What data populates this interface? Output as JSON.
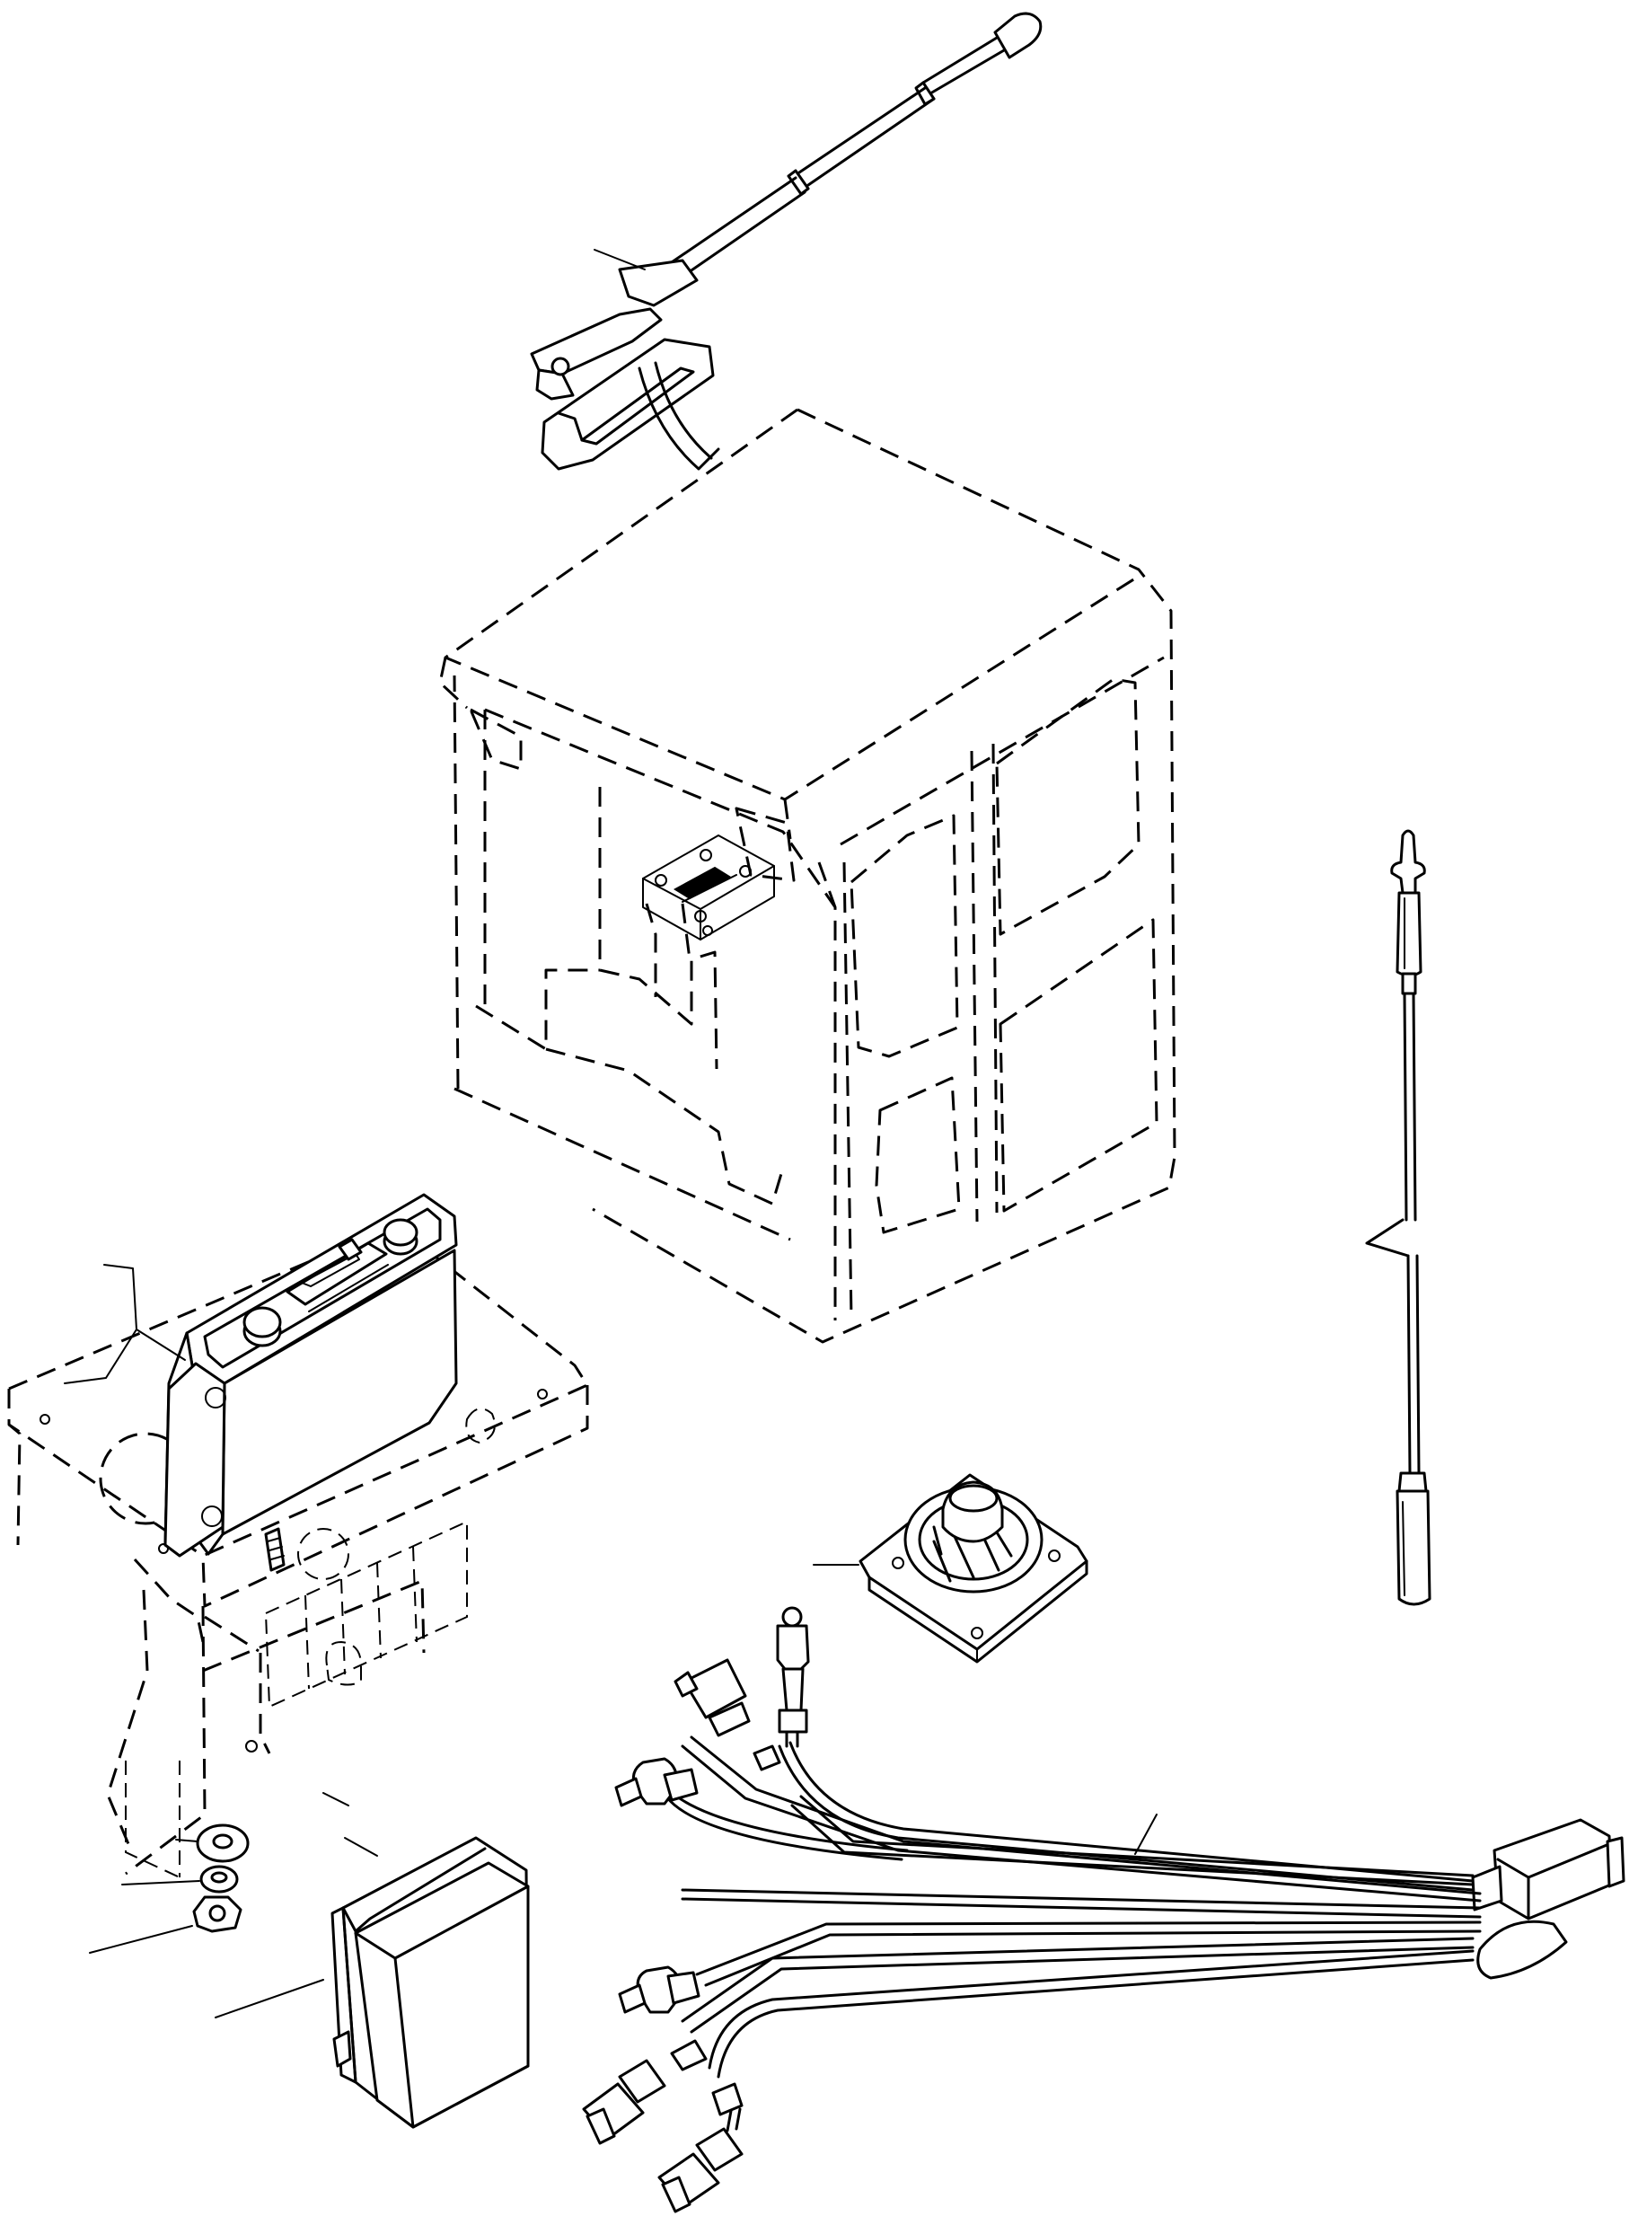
{
  "figure": {
    "kind": "exploded-parts-diagram",
    "colors": {
      "line": "#000000",
      "background": "#ffffff"
    },
    "parts": [
      {
        "id": "roof-antenna",
        "icon": "antenna-icon"
      },
      {
        "id": "cab-outline",
        "icon": "cab-icon"
      },
      {
        "id": "radio-unit",
        "icon": "radio-icon"
      },
      {
        "id": "console-panel",
        "icon": "panel-icon"
      },
      {
        "id": "speaker",
        "icon": "speaker-icon"
      },
      {
        "id": "whip-antenna-rod",
        "icon": "rod-icon"
      },
      {
        "id": "wiring-harness",
        "icon": "harness-icon"
      },
      {
        "id": "control-module",
        "icon": "module-icon"
      },
      {
        "id": "washer",
        "icon": "washer-icon"
      },
      {
        "id": "lock-washer",
        "icon": "washer-icon"
      },
      {
        "id": "nut",
        "icon": "nut-icon"
      }
    ]
  }
}
